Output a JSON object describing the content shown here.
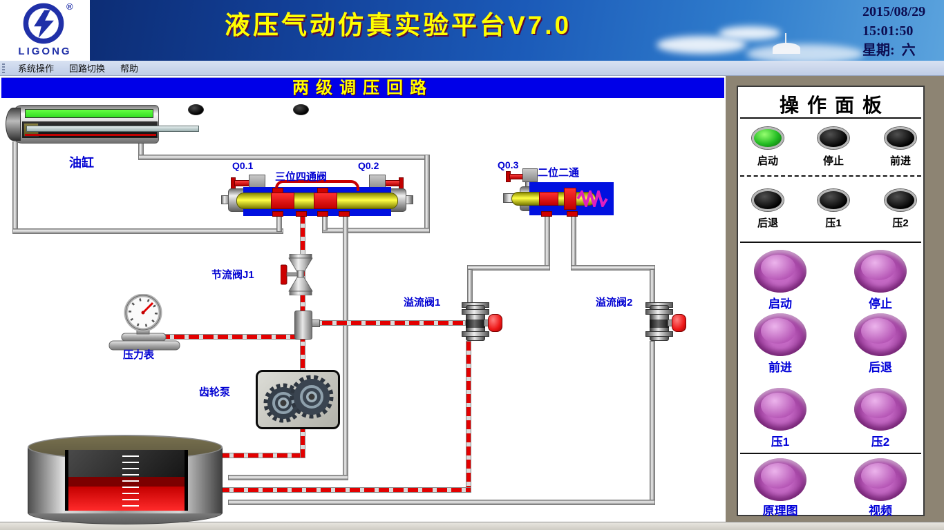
{
  "header": {
    "logo_text": "LIGONG",
    "registered_mark": "®",
    "title": "液压气动仿真实验平台V7.0",
    "date": "2015/08/29",
    "time": "15:01:50",
    "weekday_label": "星期:",
    "weekday_value": "六"
  },
  "menu": {
    "items": [
      {
        "label": "系统操作"
      },
      {
        "label": "回路切换"
      },
      {
        "label": "帮助"
      }
    ]
  },
  "diagram": {
    "title": "两级调压回路",
    "labels": {
      "cylinder": "油缸",
      "solenoid1": "Q0.1",
      "valve_4way": "三位四通阀",
      "solenoid2": "Q0.2",
      "solenoid3": "Q0.3",
      "valve_2way": "二位二通",
      "throttle": "节流阀J1",
      "relief1": "溢流阀1",
      "relief2": "溢流阀2",
      "gauge": "压力表",
      "pump": "齿轮泵"
    }
  },
  "panel": {
    "title": "操作面板",
    "indicators": [
      {
        "label": "启动",
        "state": "on"
      },
      {
        "label": "停止",
        "state": "off"
      },
      {
        "label": "前进",
        "state": "off"
      },
      {
        "label": "后退",
        "state": "off"
      },
      {
        "label": "压1",
        "state": "off"
      },
      {
        "label": "压2",
        "state": "off"
      }
    ],
    "buttons": [
      {
        "label": "启动"
      },
      {
        "label": "停止"
      },
      {
        "label": "前进"
      },
      {
        "label": "后退"
      },
      {
        "label": "压1"
      },
      {
        "label": "压2"
      },
      {
        "label": "原理图"
      },
      {
        "label": "视频"
      }
    ]
  },
  "colors": {
    "banner_blue": "#0000e8",
    "title_yellow": "#ffff00",
    "label_blue": "#0000d2",
    "flow_red": "#e30000",
    "valve_blue": "#0010e0",
    "spool_yellow": "#ffff45",
    "indicator_on_green": "#22cc22",
    "button_purple": "#b055b0",
    "panel_bg": "#8d8473"
  }
}
